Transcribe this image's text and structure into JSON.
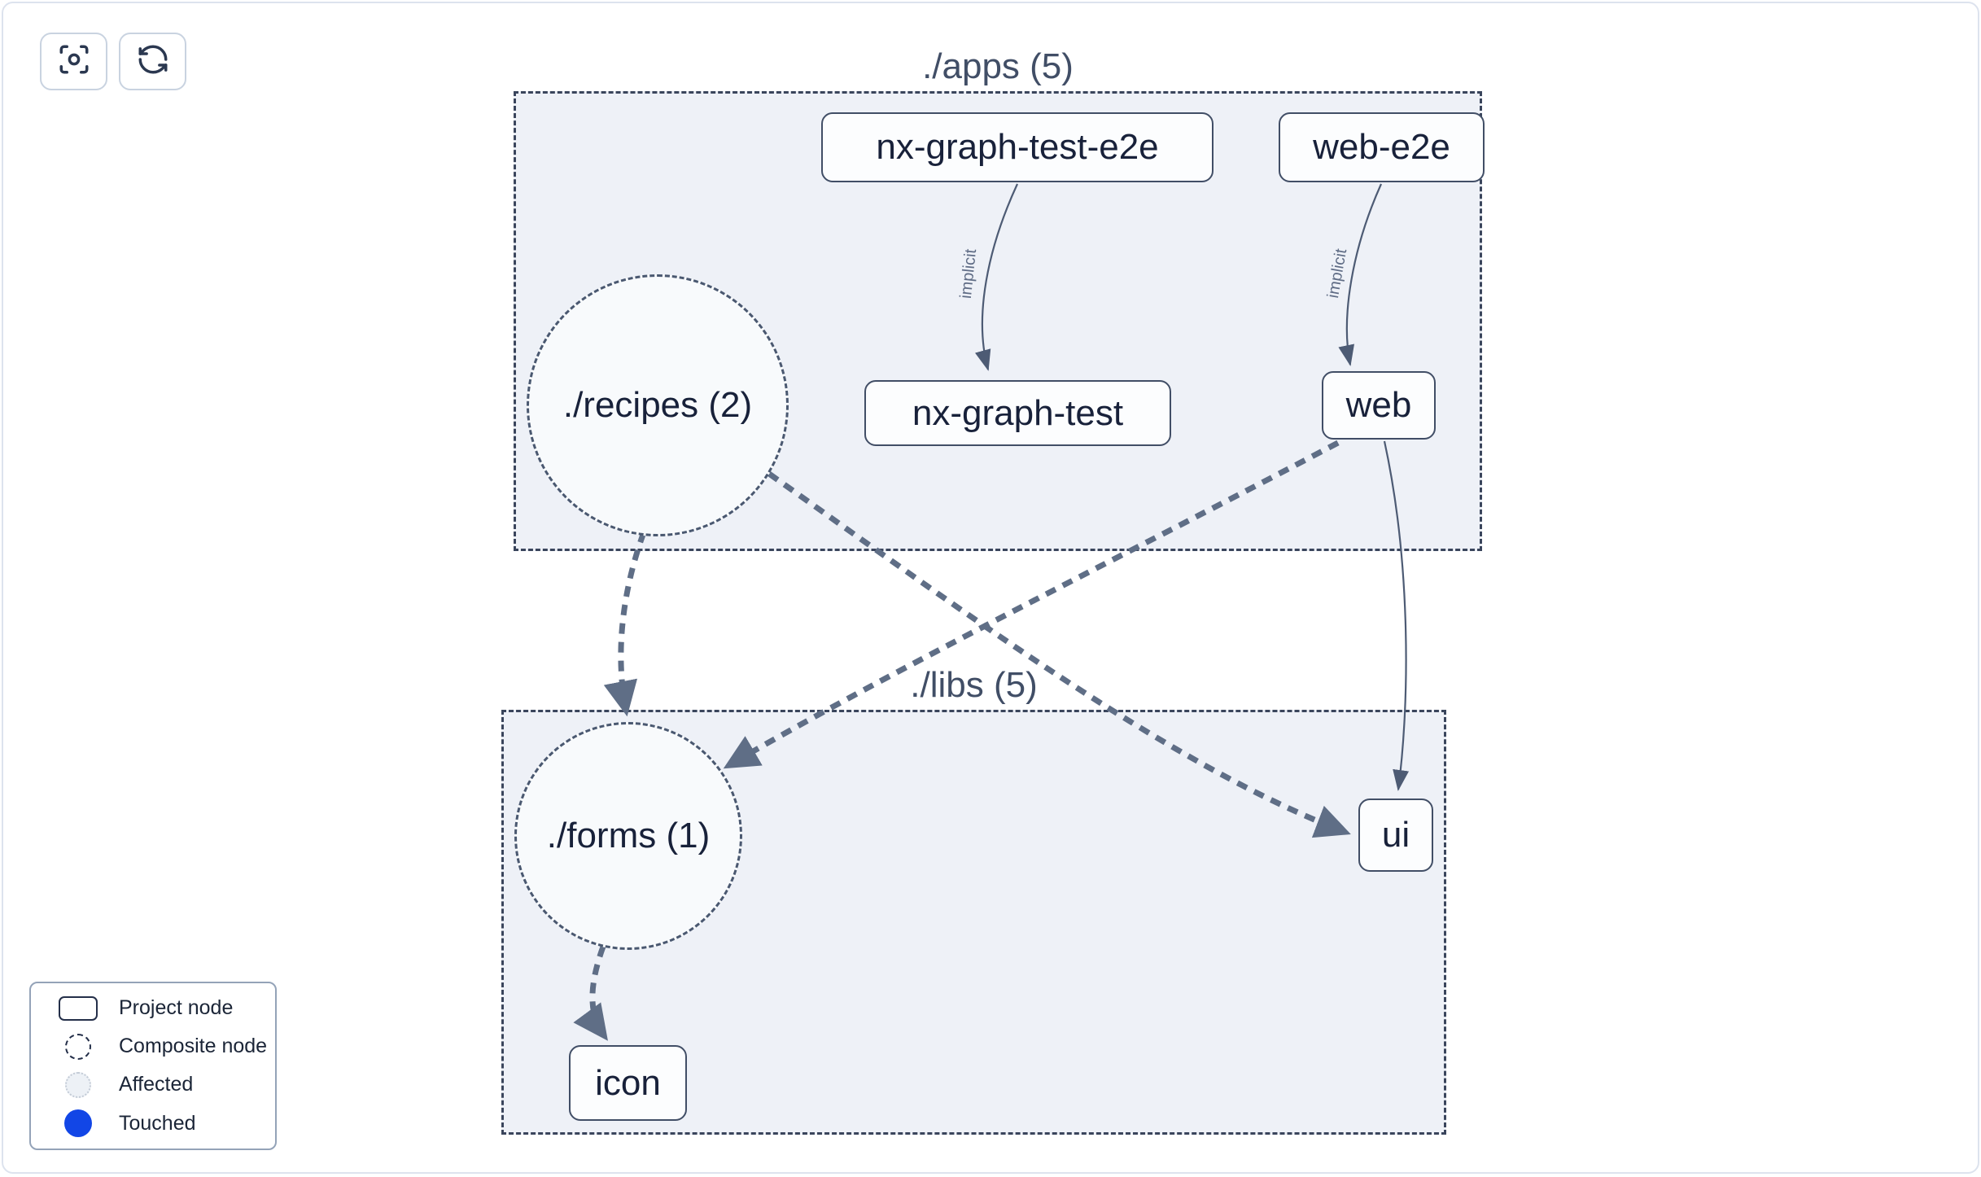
{
  "toolbar": {
    "focus_button": "center-graph",
    "refresh_button": "refresh-graph"
  },
  "graph": {
    "groups": [
      {
        "id": "apps",
        "label": "./apps (5)"
      },
      {
        "id": "libs",
        "label": "./libs (5)"
      }
    ],
    "nodes": {
      "nx_graph_test_e2e": "nx-graph-test-e2e",
      "web_e2e": "web-e2e",
      "nx_graph_test": "nx-graph-test",
      "web": "web",
      "recipes": "./recipes (2)",
      "forms": "./forms (1)",
      "ui": "ui",
      "icon": "icon"
    },
    "edge_labels": {
      "implicit": "implicit"
    },
    "edges": [
      {
        "from": "nx-graph-test-e2e",
        "to": "nx-graph-test",
        "type": "implicit"
      },
      {
        "from": "web-e2e",
        "to": "web",
        "type": "implicit"
      },
      {
        "from": "./recipes (2)",
        "to": "./forms (1)",
        "type": "dashed"
      },
      {
        "from": "./recipes (2)",
        "to": "ui",
        "type": "dashed"
      },
      {
        "from": "web",
        "to": "./forms (1)",
        "type": "dashed"
      },
      {
        "from": "web",
        "to": "ui",
        "type": "solid"
      },
      {
        "from": "./forms (1)",
        "to": "icon",
        "type": "dashed"
      }
    ]
  },
  "legend": {
    "items": [
      {
        "label": "Project node"
      },
      {
        "label": "Composite node"
      },
      {
        "label": "Affected"
      },
      {
        "label": "Touched"
      }
    ]
  },
  "colors": {
    "group_fill": "#eef1f7",
    "border_slate": "#3a455c",
    "edge_slate": "#5f6e86",
    "touched_blue": "#1246e6"
  }
}
